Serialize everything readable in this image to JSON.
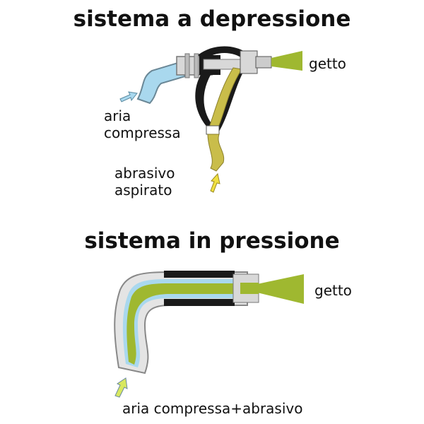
{
  "top": {
    "title": "sistema a depressione",
    "jet_label": "getto",
    "air_label_1": "aria",
    "air_label_2": "compressa",
    "abrasive_label_1": "abrasivo",
    "abrasive_label_2": "aspirato"
  },
  "bottom": {
    "title": "sistema in pressione",
    "jet_label": "getto",
    "input_label": "aria compressa+abrasivo"
  },
  "colors": {
    "air": "#a9d8ee",
    "abrasive": "#c9bd4a",
    "jet": "#9fb830",
    "handle": "#1a1a1a",
    "metal": "#d8d8d8"
  }
}
